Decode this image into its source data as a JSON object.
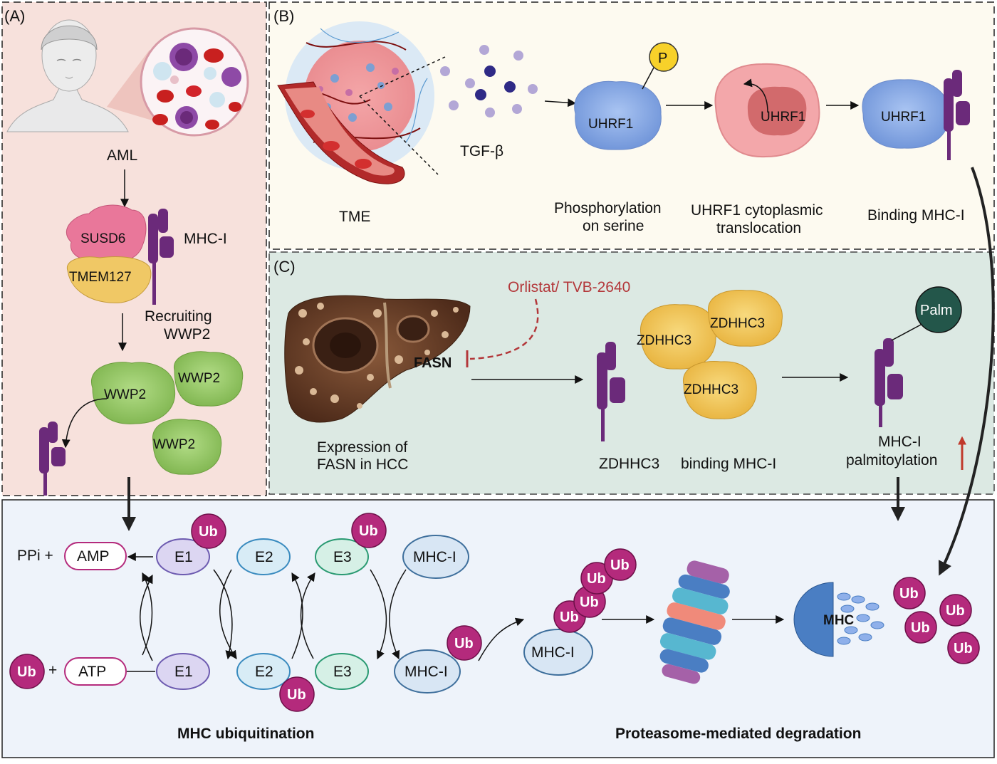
{
  "colors": {
    "panel_a_bg": "#f7e1dc",
    "panel_b_bg": "#fdfaf0",
    "panel_c_bg": "#dce9e3",
    "panel_bottom_bg": "#eef3fa",
    "mhc_purple": "#6b2a7a",
    "ub_magenta": "#b42a7c",
    "uhrf1_blue": "#8fb0ea",
    "wwp2_green": "#98c96a",
    "zdhhc3_yellow": "#f2c85a",
    "susd6_pink": "#e9779a",
    "palm_darkgreen": "#23564a",
    "inhibitor_red": "#b3373a"
  },
  "panel_a": {
    "letter": "(A)",
    "aml": "AML",
    "susd6": "SUSD6",
    "tmem127": "TMEM127",
    "mhc_i": "MHC-I",
    "recruiting_line1": "Recruiting",
    "recruiting_line2": "WWP2",
    "wwp2": "WWP2"
  },
  "panel_b": {
    "letter": "(B)",
    "tme": "TME",
    "tgf_beta": "TGF-β",
    "p": "P",
    "uhrf1": "UHRF1",
    "step1_line1": "Phosphorylation",
    "step1_line2": "on serine",
    "step2_line1": "UHRF1 cytoplasmic",
    "step2_line2": "translocation",
    "step3": "Binding MHC-I"
  },
  "panel_c": {
    "letter": "(C)",
    "inhibitors": "Orlistat/ TVB-2640",
    "fasn": "FASN",
    "expr_line1": "Expression of",
    "expr_line2": "FASN in HCC",
    "zdhhc3": "ZDHHC3",
    "binding_label_a": "ZDHHC3",
    "binding_label_b": "binding MHC-I",
    "palm": "Palm",
    "palmit_line1": "MHC-I",
    "palmit_line2": "palmitoylation"
  },
  "bottom": {
    "ppi": "PPi +",
    "amp": "AMP",
    "plus": "+",
    "atp": "ATP",
    "ub": "Ub",
    "e1": "E1",
    "e2": "E2",
    "e3": "E3",
    "mhc_i": "MHC-I",
    "mhc": "MHC",
    "title_left": "MHC ubiquitination",
    "title_right": "Proteasome-mediated degradation"
  }
}
